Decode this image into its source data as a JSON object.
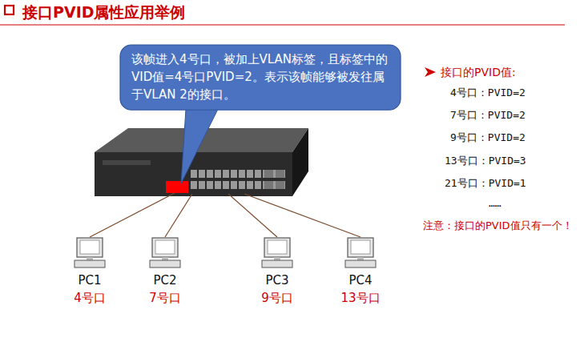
{
  "diagram": {
    "title": "接口PVID属性应用举例",
    "nodes": [
      {
        "text": [
          "该帧进入4号口，被加上VLAN标签，且标签中的VID值=4号口PVID=2。表示该帧能够被发往属于VLAN 2的接口。"
        ]
      },
      {
        "text": [
          "PC1",
          "4号口"
        ]
      },
      {
        "text": [
          "PC2",
          "7号口"
        ]
      },
      {
        "text": [
          "PC3",
          "9号口"
        ]
      },
      {
        "text": [
          "PC4",
          "13号口"
        ]
      }
    ],
    "labels": [
      "接口的PVID值:",
      "4号口：PVID=2",
      "7号口：PVID=2",
      "9号口：PVID=2",
      "13号口：PVID=3",
      "21号口：PVID=1",
      "……",
      "注意：接口的PVID值只有一个！"
    ]
  }
}
